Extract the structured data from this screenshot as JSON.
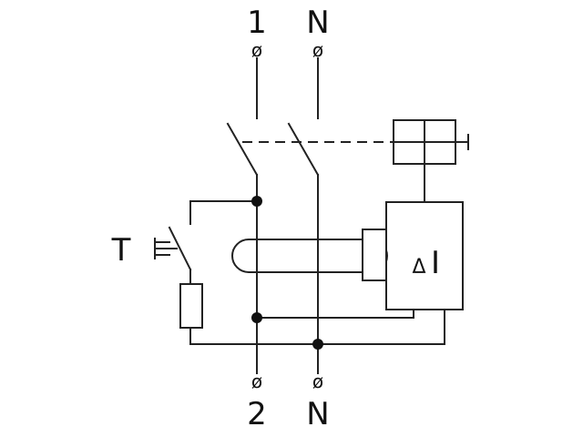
{
  "terminals": {
    "top_left": "1",
    "top_right": "N",
    "bottom_left": "2",
    "bottom_right": "N",
    "symbol": "ø"
  },
  "test_button": {
    "label": "T"
  },
  "rcd_relay": {
    "delta": "Δ",
    "current": "I"
  },
  "colors": {
    "line": "#222222",
    "background": "#ffffff"
  }
}
